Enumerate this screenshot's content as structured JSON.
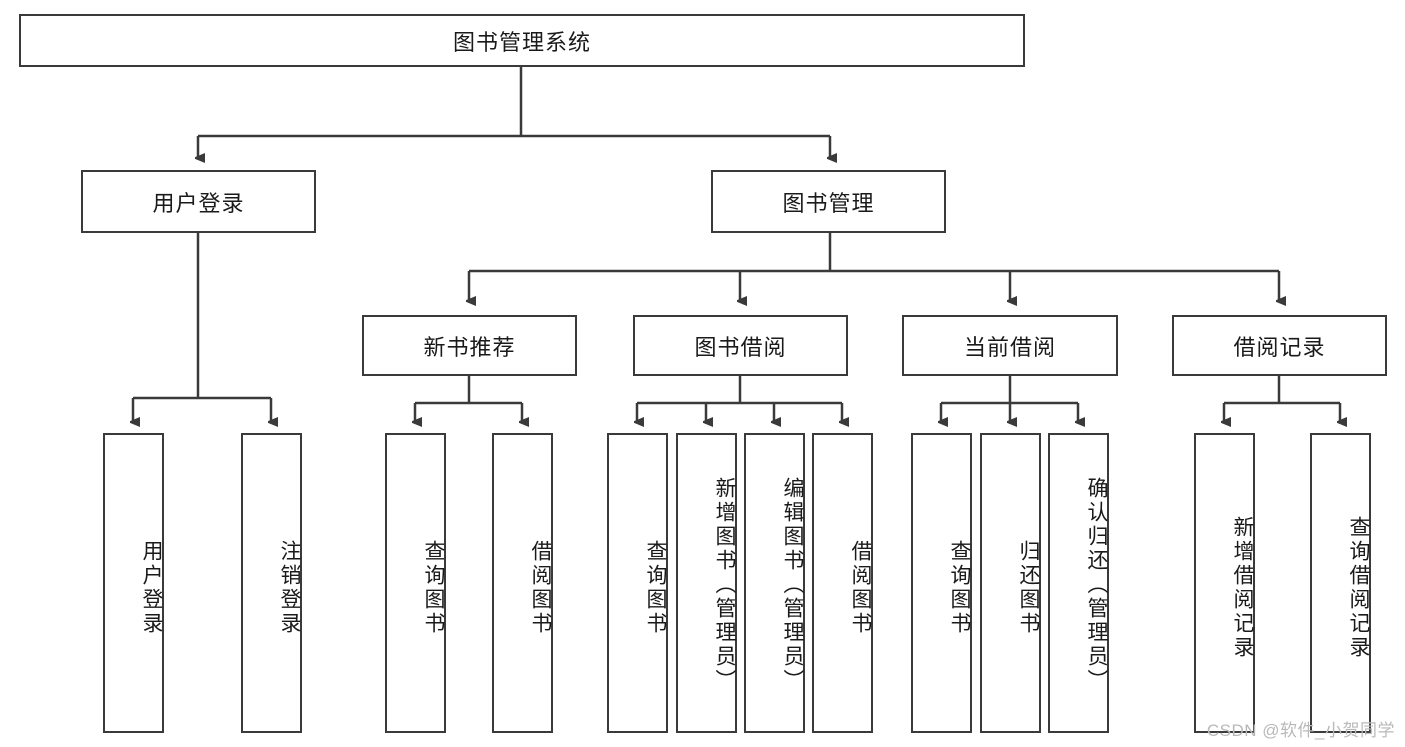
{
  "diagram": {
    "title": "图书管理系统",
    "type": "tree",
    "root": {
      "label": "图书管理系统"
    },
    "level2": [
      {
        "label": "用户登录"
      },
      {
        "label": "图书管理"
      }
    ],
    "level3": [
      {
        "label": "新书推荐"
      },
      {
        "label": "图书借阅"
      },
      {
        "label": "当前借阅"
      },
      {
        "label": "借阅记录"
      }
    ],
    "leaves": {
      "user_login": [
        {
          "label": "用户登录"
        },
        {
          "label": "注销登录"
        }
      ],
      "new_book_recommend": [
        {
          "label": "查询图书"
        },
        {
          "label": "借阅图书"
        }
      ],
      "book_borrow": [
        {
          "label": "查询图书"
        },
        {
          "label": "新增图书（管理员）"
        },
        {
          "label": "编辑图书（管理员）"
        },
        {
          "label": "借阅图书"
        }
      ],
      "current_borrow": [
        {
          "label": "查询图书"
        },
        {
          "label": "归还图书"
        },
        {
          "label": "确认归还（管理员）"
        }
      ],
      "borrow_records": [
        {
          "label": "新增借阅记录"
        },
        {
          "label": "查询借阅记录"
        }
      ]
    }
  },
  "watermark": {
    "text": "CSDN @软件_小贺同学"
  },
  "colors": {
    "stroke": "#3a3a3a",
    "background": "#ffffff",
    "text": "#1a1a1a",
    "watermark": "#b9b9b9"
  }
}
